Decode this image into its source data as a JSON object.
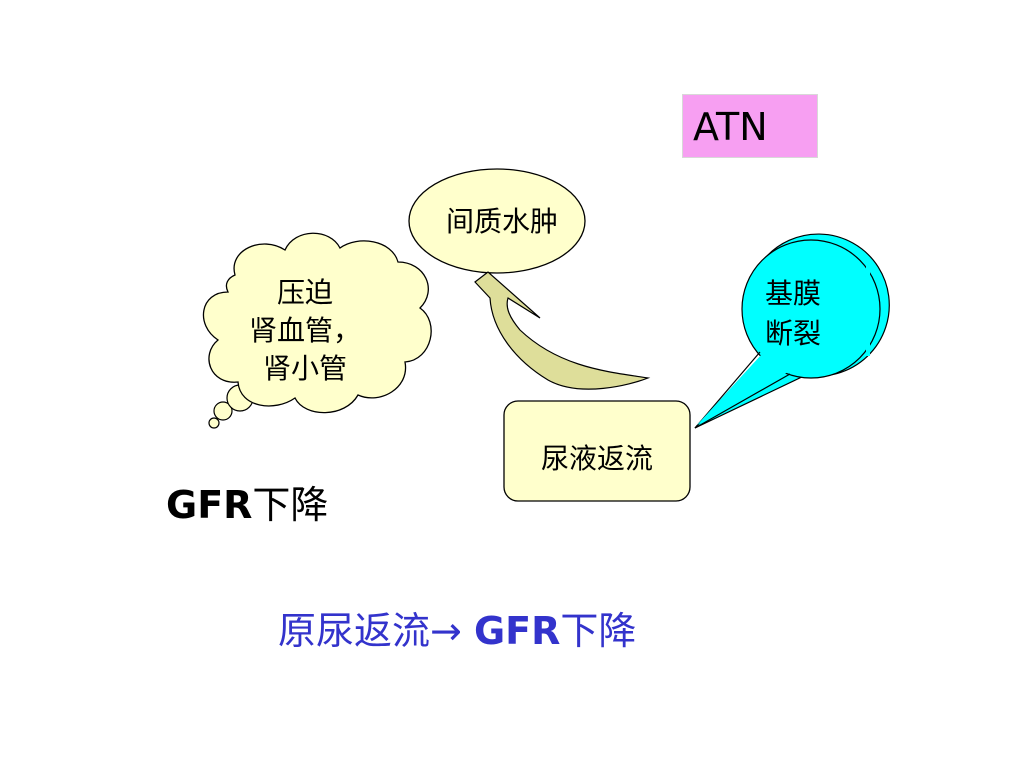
{
  "atn_label": "ATN",
  "ellipse_label": "间质水肿",
  "cloud_lines": [
    "压迫",
    "肾血管，",
    "肾小管"
  ],
  "circle_lines": [
    "基膜",
    "断裂"
  ],
  "box_label": "尿液返流",
  "gfr_left": {
    "latin": "GFR",
    "cjk": "下降"
  },
  "bottom_line": {
    "cjk1": "原尿返流",
    "arrow": "→",
    "latin": "GFR",
    "cjk2": "下降"
  },
  "colors": {
    "shape_fill": "#ffffcc",
    "arrow_fill": "#dede9a",
    "circle_fill": "#00ffff",
    "atn_fill": "#f79ff2",
    "bottom_text": "#3333cc"
  }
}
